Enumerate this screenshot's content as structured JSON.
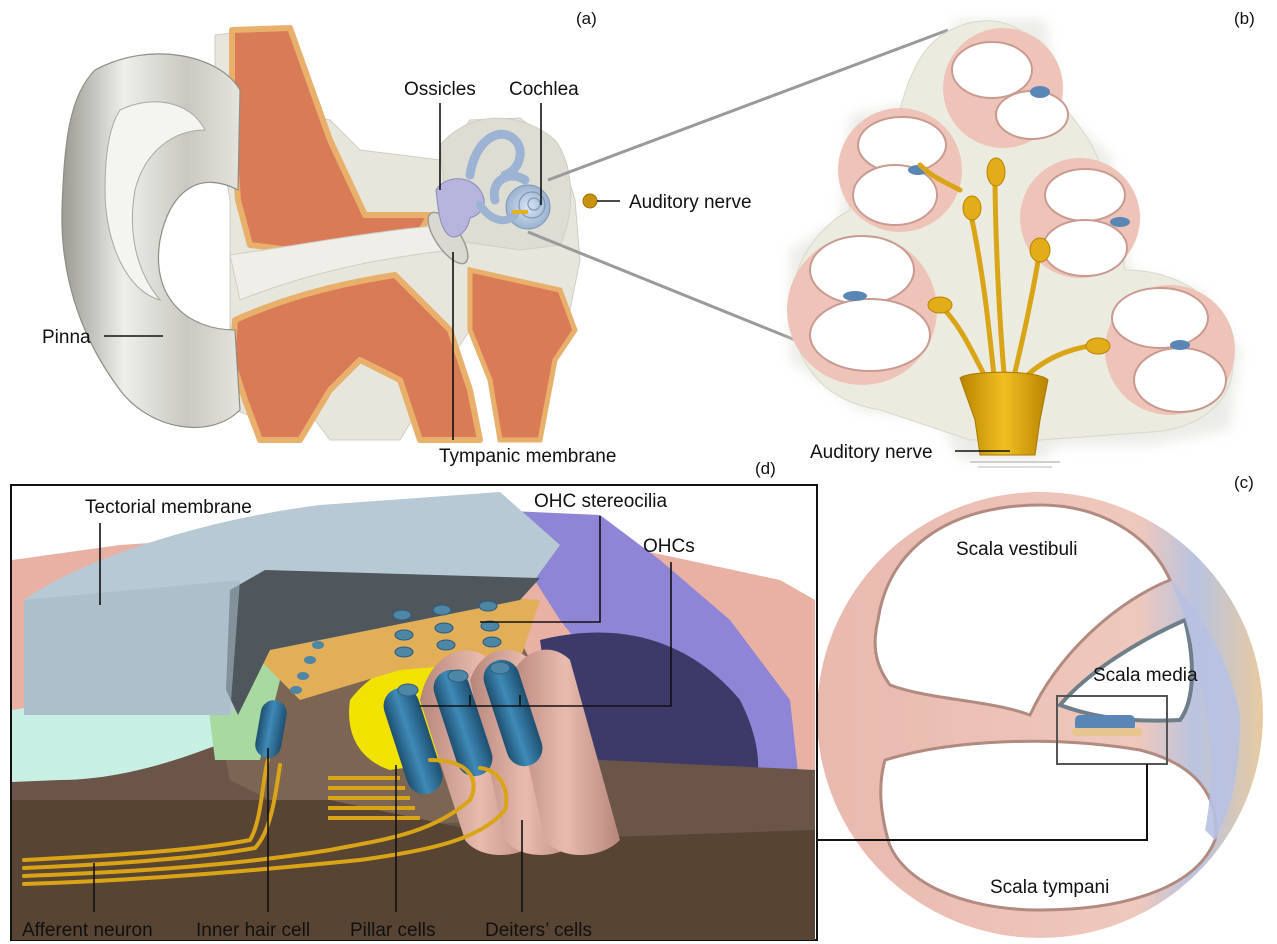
{
  "panels": {
    "a": "(a)",
    "b": "(b)",
    "c": "(c)",
    "d": "(d)"
  },
  "panel_a": {
    "ossicles": "Ossicles",
    "cochlea": "Cochlea",
    "auditory_nerve": "Auditory nerve",
    "pinna": "Pinna",
    "tympanic_membrane": "Tympanic membrane"
  },
  "panel_b": {
    "auditory_nerve": "Auditory nerve"
  },
  "panel_c": {
    "scala_vestibuli": "Scala vestibuli",
    "scala_media": "Scala media",
    "scala_tympani": "Scala tympani"
  },
  "panel_d": {
    "tectorial_membrane": "Tectorial membrane",
    "ohc_stereocilia": "OHC stereocilia",
    "ohcs": "OHCs",
    "afferent_neuron": "Afferent neuron",
    "inner_hair_cell": "Inner hair cell",
    "pillar_cells": "Pillar cells",
    "deiters_cells": "Deiters’ cells"
  },
  "colors": {
    "tissue_orange": "#d97b57",
    "tissue_edge": "#e8b06a",
    "skin_grey": "#d6d6cc",
    "bone_beige": "#ece9dc",
    "cochlea_pink": "#edc0b4",
    "nerve_gold": "#d9a516",
    "tectorial_blue": "#b7c9d4",
    "hair_cell_blue": "#2f6f98",
    "pillar_yellow": "#f1e200",
    "deiters_pink": "#d8a89a",
    "basilar_violet": "#8f85d6"
  }
}
